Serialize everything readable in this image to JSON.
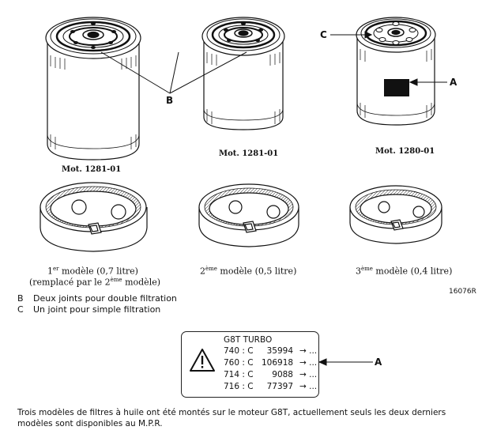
{
  "filters": [
    {
      "name": "Mot. 1281-01"
    },
    {
      "name": "Mot. 1281-01"
    },
    {
      "name": "Mot. 1280-01"
    }
  ],
  "callouts": {
    "b": "B",
    "c": "C",
    "a_top": "A",
    "a_box": "A"
  },
  "models": [
    {
      "sup_pre": "1",
      "sup": "er",
      "text": " modèle (0,7 litre)",
      "sub": "(remplacé par le 2",
      "sub_sup": "ème",
      "sub_end": " modèle)"
    },
    {
      "sup_pre": "2",
      "sup": "ème",
      "text": " modèle (0,5 litre)"
    },
    {
      "sup_pre": "3",
      "sup": "ème",
      "text": " modèle (0,4 litre)"
    }
  ],
  "ref_code": "16076R",
  "legend": [
    {
      "key": "B",
      "text": "Deux joints pour double filtration"
    },
    {
      "key": "C",
      "text": "Un joint pour simple filtration"
    }
  ],
  "warning": {
    "title": "G8T TURBO",
    "rows": [
      {
        "code": "740 : C",
        "value": "35994",
        "arrow": "→ ..."
      },
      {
        "code": "760 : C",
        "value": "106918",
        "arrow": "→ ..."
      },
      {
        "code": "714 : C",
        "value": "9088",
        "arrow": "→ ..."
      },
      {
        "code": "716 : C",
        "value": "77397",
        "arrow": "→ ..."
      }
    ]
  },
  "description": "Trois modèles de filtres à huile ont été montés sur le moteur G8T, actuellement seuls les deux derniers modèles sont disponibles au M.P.R."
}
